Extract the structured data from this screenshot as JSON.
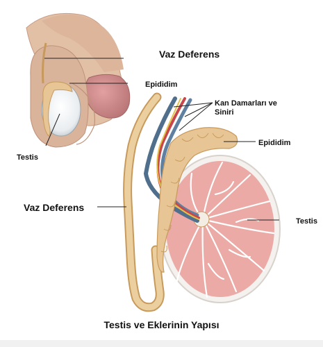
{
  "labels": {
    "vaz_deferens_top": "Vaz Deferens",
    "epididim_top": "Epididim",
    "testis_left": "Testis",
    "kan_line1": "Kan Damarları ve",
    "kan_line2": "Siniri",
    "epididim_right": "Epididim",
    "vaz_deferens_left": "Vaz Deferens",
    "testis_right": "Testis"
  },
  "caption": "Testis ve Eklerinin Yapısı",
  "colors": {
    "skin": "#e2c0a6",
    "skin_shadow": "#c99c84",
    "epididymis": "#e8c594",
    "epididymis_edge": "#c79a5c",
    "testis_tissue": "#ebaaa5",
    "testis_capsule": "#f4f1ee",
    "vein": "#4f6f8d",
    "artery": "#c8474b",
    "nerve": "#e4c34a"
  }
}
